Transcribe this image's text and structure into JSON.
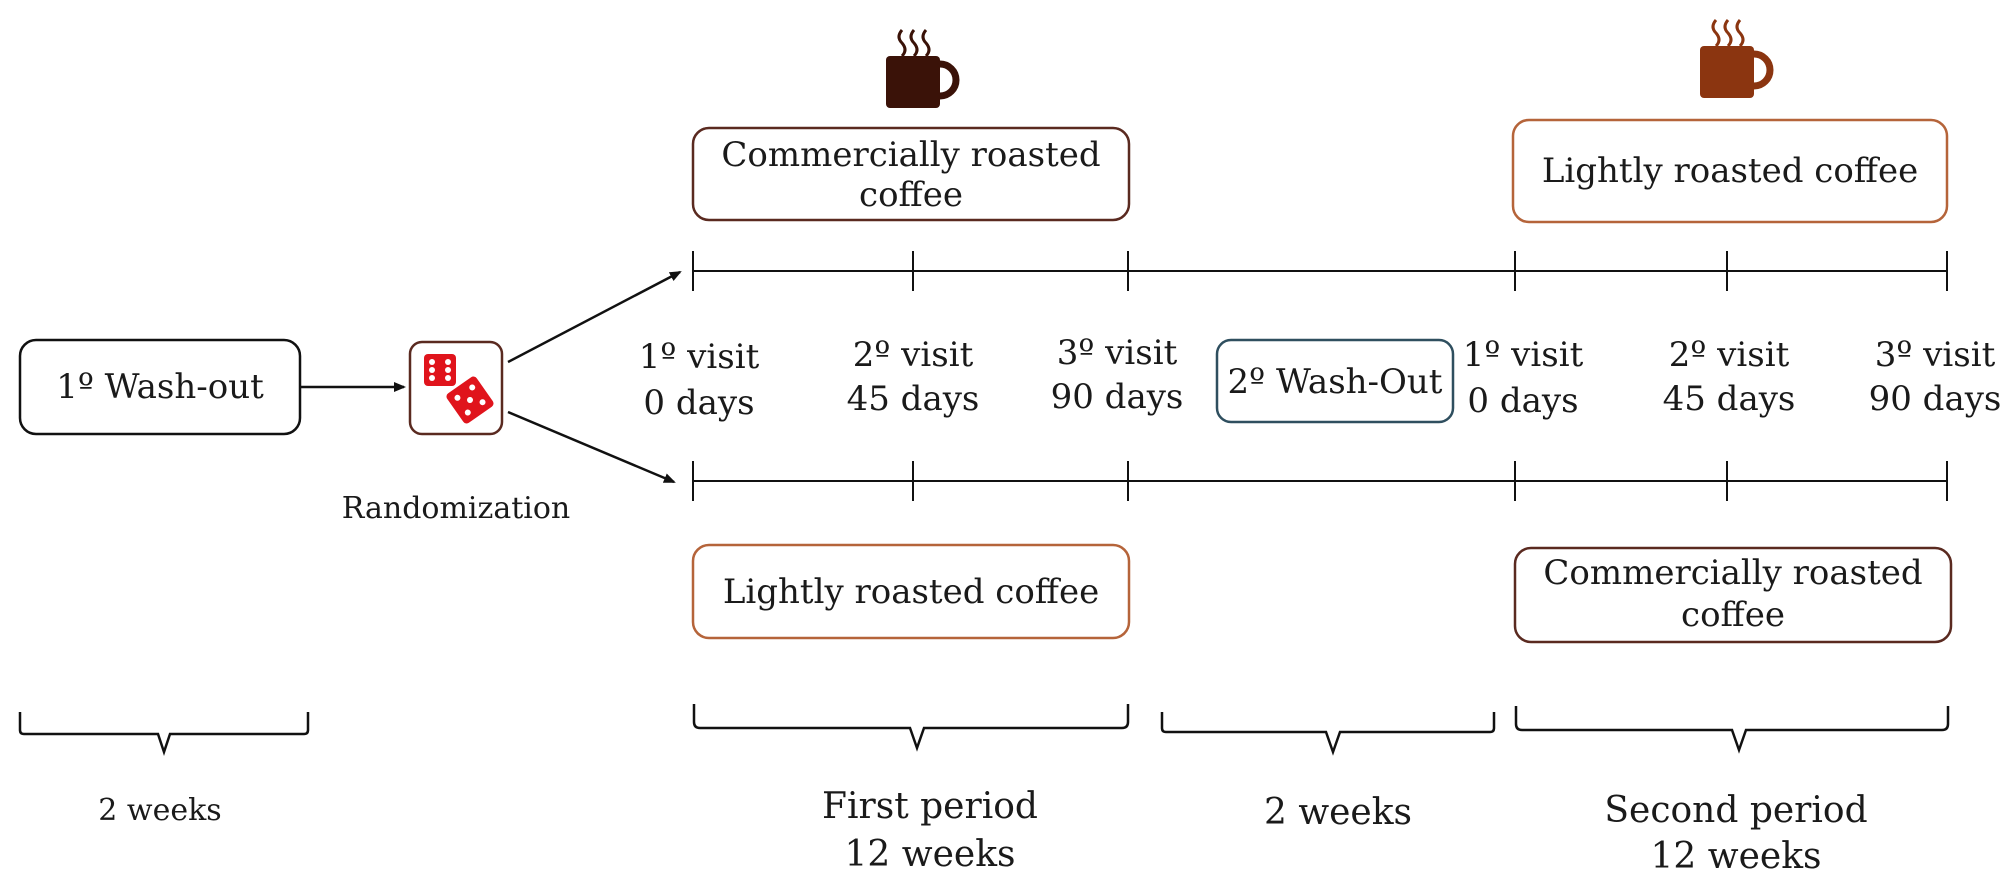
{
  "washout1": {
    "label": "1º Wash-out",
    "duration": "2 weeks"
  },
  "randomization": {
    "label": "Randomization",
    "icon": "dice-icon"
  },
  "arm_top": {
    "first_coffee": {
      "line1": "Commercially roasted",
      "line2": "coffee",
      "cup_color": "#3a1208"
    },
    "second_coffee": {
      "label": "Lightly roasted coffee",
      "cup_color": "#8b3510"
    }
  },
  "arm_bottom": {
    "first_coffee": {
      "label": "Lightly roasted coffee"
    },
    "second_coffee": {
      "line1": "Commercially roasted",
      "line2": "coffee"
    }
  },
  "visits_first": [
    {
      "visit": "1º visit",
      "days": "0 days"
    },
    {
      "visit": "2º visit",
      "days": "45 days"
    },
    {
      "visit": "3º visit",
      "days": "90 days"
    }
  ],
  "visits_second": [
    {
      "visit": "1º visit",
      "days": "0 days"
    },
    {
      "visit": "2º visit",
      "days": "45 days"
    },
    {
      "visit": "3º visit",
      "days": "90 days"
    }
  ],
  "washout2": {
    "label": "2º  Wash-Out",
    "duration": "2 weeks"
  },
  "first_period": {
    "line1": "First period",
    "line2": "12 weeks"
  },
  "second_period": {
    "line1": "Second period",
    "line2": "12 weeks"
  },
  "colors": {
    "dark_brown_border": "#5a2a20",
    "light_brown_border": "#b5643a",
    "washout2_border": "#2f4f5f",
    "dice_red": "#e0141c"
  }
}
